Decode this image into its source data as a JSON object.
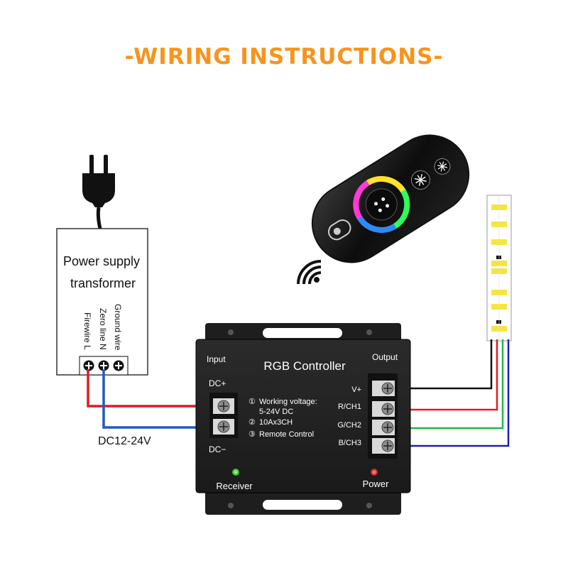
{
  "title": "-WIRING INSTRUCTIONS-",
  "power_supply": {
    "label_line1": "Power supply",
    "label_line2": "transformer",
    "terminals": [
      "Firewire L",
      "Zero line N",
      "Ground wire"
    ]
  },
  "input_voltage_label": "DC12-24V",
  "controller": {
    "name": "RGB Controller",
    "input_label": "Input",
    "dc_plus": "DC+",
    "dc_minus": "DC−",
    "specs": [
      {
        "num": "①",
        "text": "Working voltage:"
      },
      {
        "num": "",
        "text": "5-24V DC"
      },
      {
        "num": "②",
        "text": "10Ax3CH"
      },
      {
        "num": "③",
        "text": "Remote Control"
      }
    ],
    "output_label": "Output",
    "channels": [
      "V+",
      "R/CH1",
      "G/CH2",
      "B/CH3"
    ],
    "receiver_label": "Receiver",
    "power_label": "Power"
  },
  "icons": {
    "plug": "power-plug-icon",
    "wireless": "wireless-signal-icon",
    "remote": "touch-remote-icon"
  },
  "colors": {
    "title": "#f7941d",
    "wire_red": "#e01b22",
    "wire_blue": "#1f5bbf",
    "wire_green": "#22b84a",
    "wire_darkblue": "#1a22b0",
    "wire_black": "#111111",
    "led": "#f4e640"
  }
}
